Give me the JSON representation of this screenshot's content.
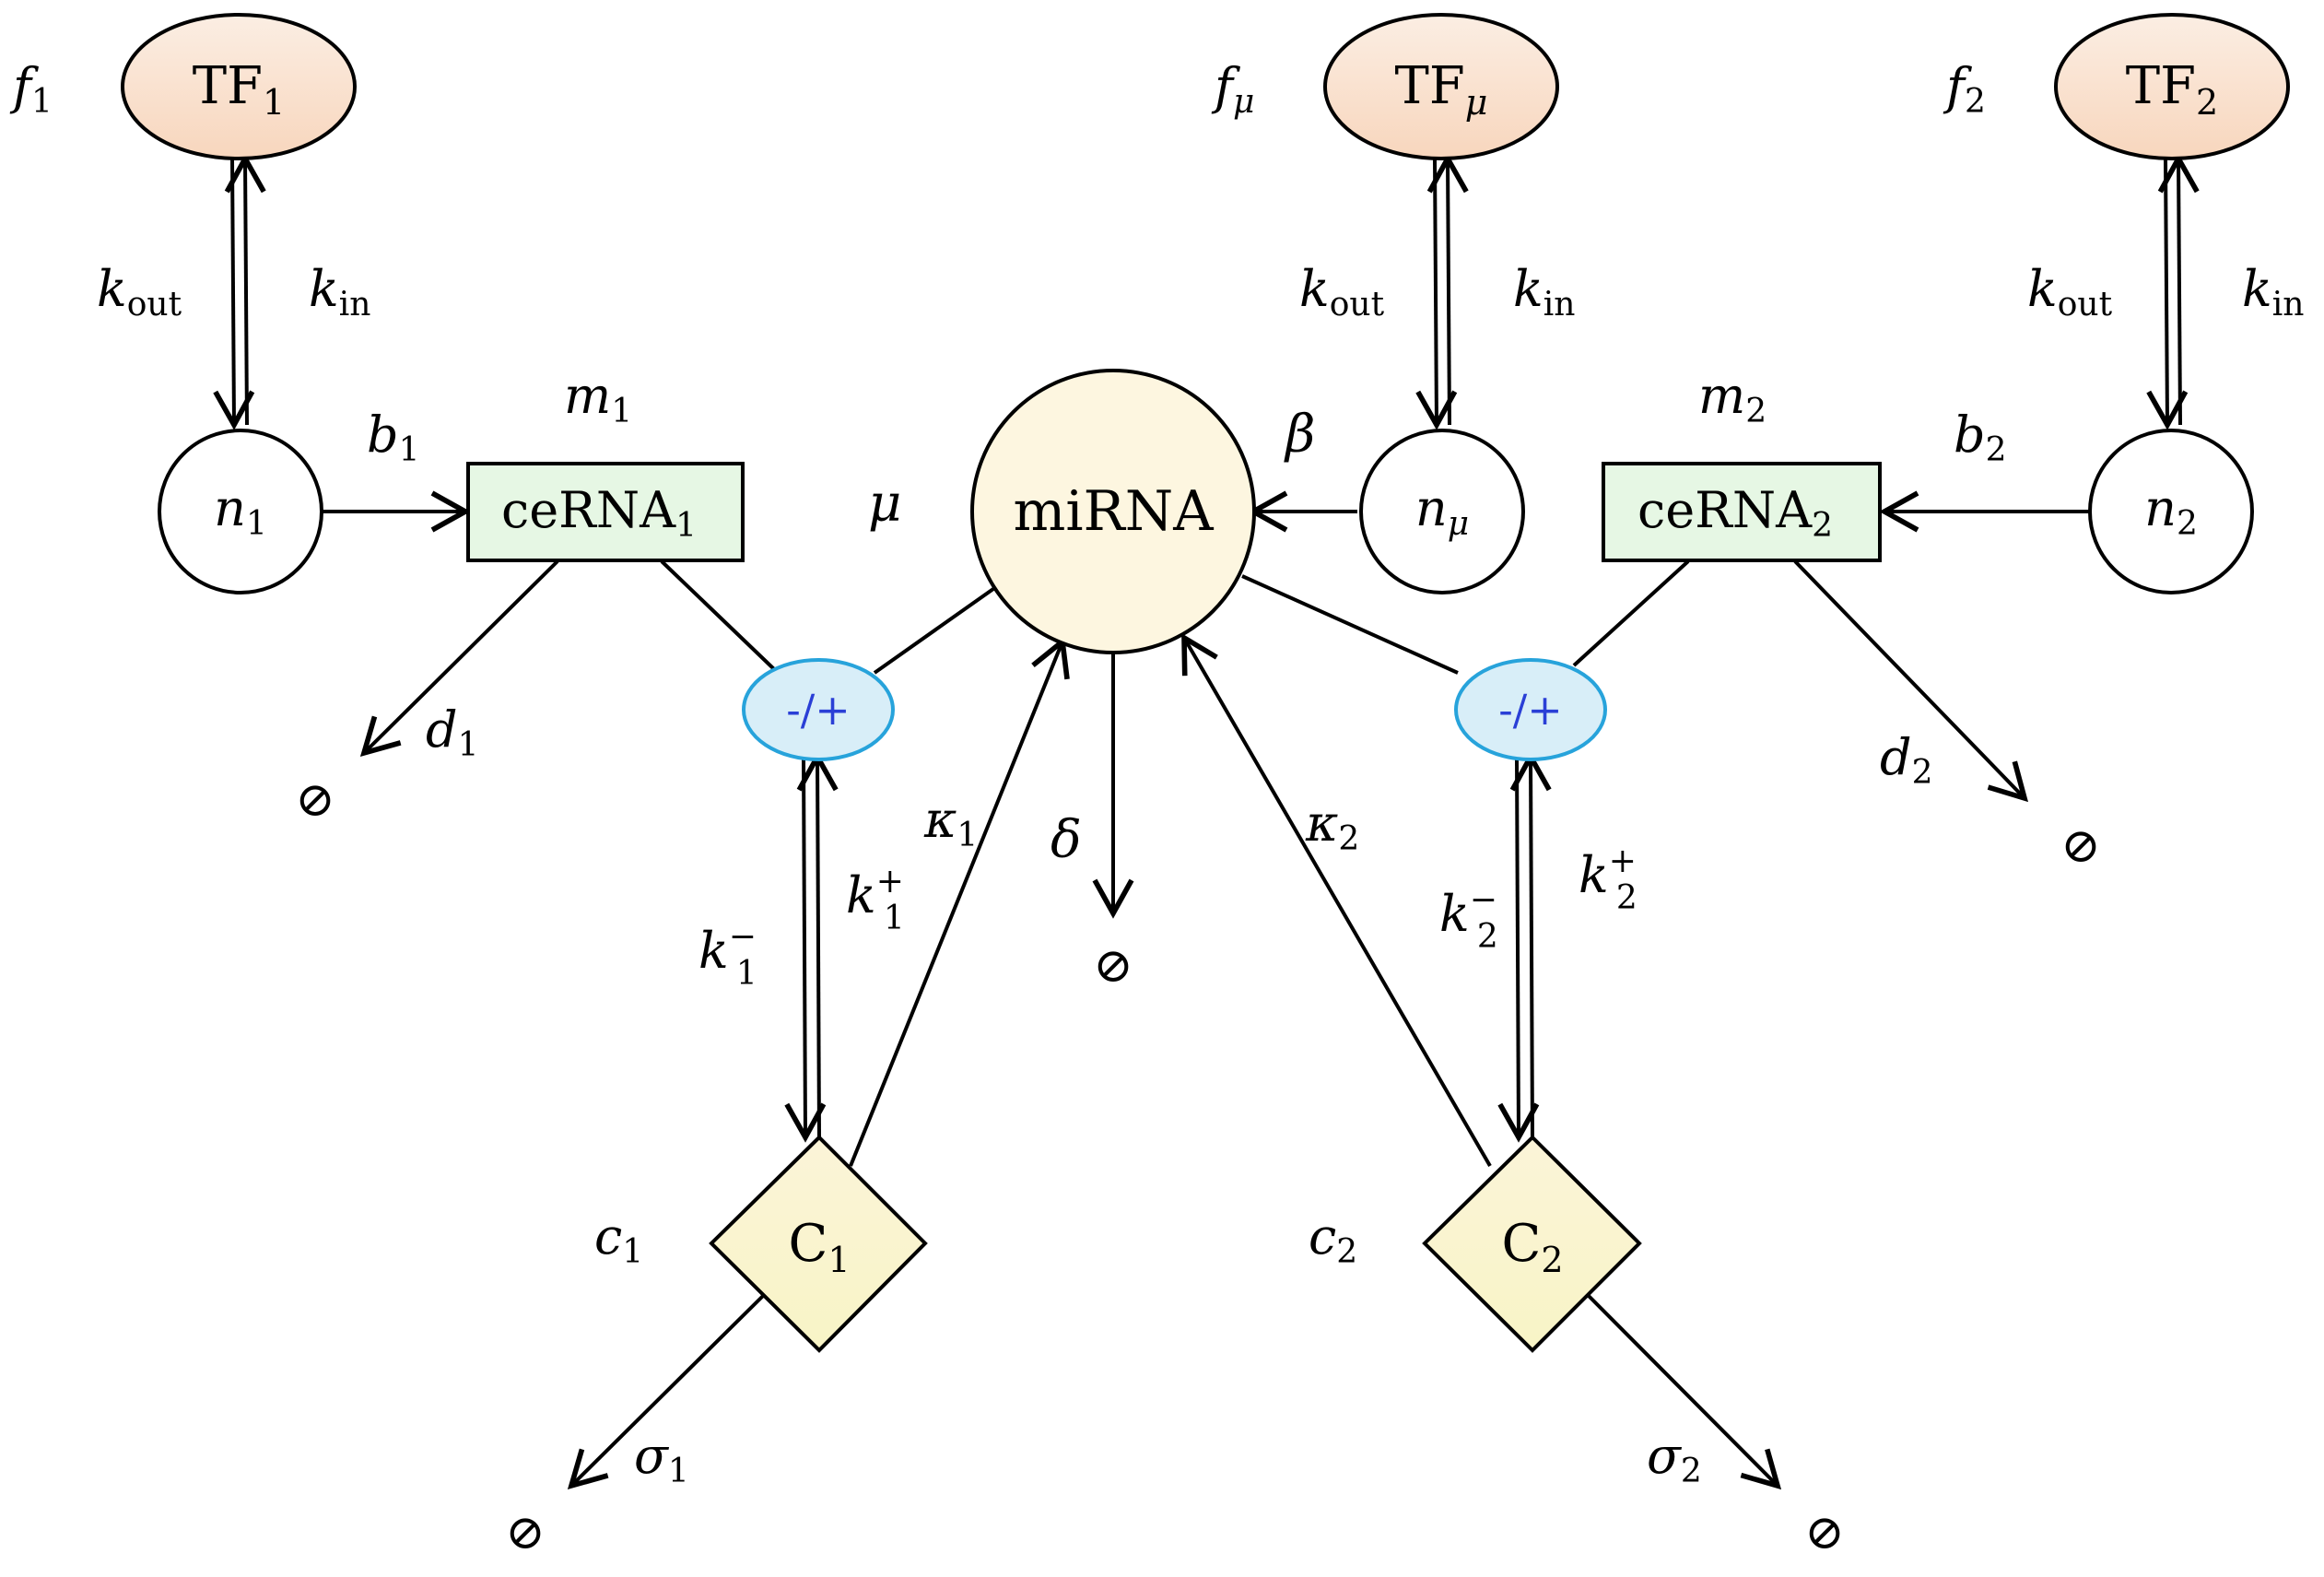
{
  "nodes": {
    "tf1": {
      "main": "TF",
      "sub": "1"
    },
    "tfmu": {
      "main": "TF",
      "sub": "μ"
    },
    "tf2": {
      "main": "TF",
      "sub": "2"
    },
    "n1": {
      "main": "n",
      "sub": "1"
    },
    "nmu": {
      "main": "n",
      "sub": "μ"
    },
    "n2": {
      "main": "n",
      "sub": "2"
    },
    "cerna1": {
      "main": "ceRNA",
      "sub": "1"
    },
    "cerna2": {
      "main": "ceRNA",
      "sub": "2"
    },
    "mirna": {
      "main": "miRNA"
    },
    "complex_switch_left": {
      "main": "-/+"
    },
    "complex_switch_right": {
      "main": "-/+"
    },
    "c1": {
      "main": "C",
      "sub": "1"
    },
    "c2": {
      "main": "C",
      "sub": "2"
    },
    "null_symbol": "⊘"
  },
  "labels": {
    "f1": {
      "main": "f",
      "sub": "1"
    },
    "fmu": {
      "main": "f",
      "sub": "μ"
    },
    "f2": {
      "main": "f",
      "sub": "2"
    },
    "kout": {
      "main": "k",
      "sub": "out"
    },
    "kin": {
      "main": "k",
      "sub": "in"
    },
    "m1": {
      "main": "m",
      "sub": "1"
    },
    "m2": {
      "main": "m",
      "sub": "2"
    },
    "b1": {
      "main": "b",
      "sub": "1"
    },
    "b2": {
      "main": "b",
      "sub": "2"
    },
    "mu": {
      "main": "μ"
    },
    "beta": {
      "main": "β"
    },
    "d1": {
      "main": "d",
      "sub": "1"
    },
    "d2": {
      "main": "d",
      "sub": "2"
    },
    "delta": {
      "main": "δ"
    },
    "kappa1": {
      "main": "κ",
      "sub": "1"
    },
    "kappa2": {
      "main": "κ",
      "sub": "2"
    },
    "k1minus": {
      "main": "k",
      "sub": "1",
      "sup": "−"
    },
    "k1plus": {
      "main": "k",
      "sub": "1",
      "sup": "+"
    },
    "k2minus": {
      "main": "k",
      "sub": "2",
      "sup": "−"
    },
    "k2plus": {
      "main": "k",
      "sub": "2",
      "sup": "+"
    },
    "c1": {
      "main": "c",
      "sub": "1"
    },
    "c2": {
      "main": "c",
      "sub": "2"
    },
    "sigma1": {
      "main": "σ",
      "sub": "1"
    },
    "sigma2": {
      "main": "σ",
      "sub": "2"
    }
  },
  "colors": {
    "tf_fill_top": "#fbeee3",
    "tf_fill_bottom": "#f8d6bd",
    "cerna_fill": "#e6f7e4",
    "mirna_fill": "#fdf6e0",
    "switch_fill": "#d8eef8",
    "switch_stroke": "#27a3db",
    "switch_text": "#2a3fd6",
    "complex_fill_top": "#fbf4d8",
    "complex_fill_bottom": "#f8f4c6"
  }
}
